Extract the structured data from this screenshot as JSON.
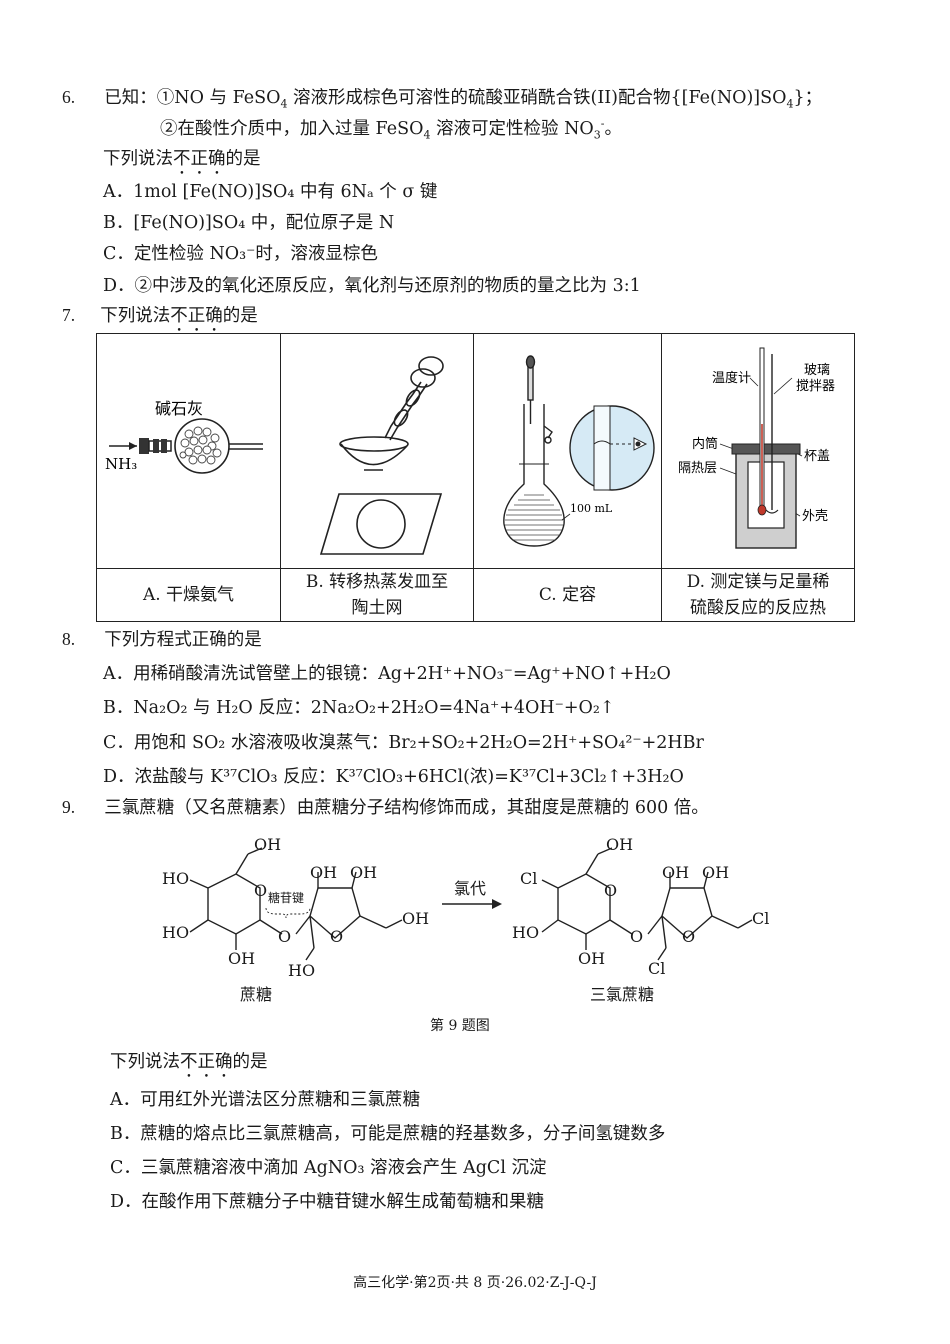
{
  "q6": {
    "number": "6.",
    "prefix": "已知：",
    "known1_a": "①NO 与 FeSO",
    "known1_sub": "4",
    "known1_b": " 溶液形成棕色可溶性的硫酸亚硝酰合铁(II)配合物{[Fe(NO)]SO",
    "known1_sub2": "4",
    "known1_c": "}；",
    "known2_a": "②在酸性介质中，加入过量 FeSO",
    "known2_sub": "4",
    "known2_b": " 溶液可定性检验 NO",
    "known2_sub2": "3",
    "known2_sup": "-",
    "known2_c": "。",
    "stem_a": "下列说法",
    "stem_dots": "不正确",
    "stem_b": "的是",
    "A": "A．1mol [Fe(NO)]SO₄ 中有 6Nₐ 个 σ 键",
    "B": "B．[Fe(NO)]SO₄ 中，配位原子是 N",
    "C": "C．定性检验 NO₃⁻时，溶液显棕色",
    "D": "D．②中涉及的氧化还原反应，氧化剂与还原剂的物质的量之比为 3:1"
  },
  "q7": {
    "number": "7.",
    "stem_a": "下列说法",
    "stem_dots": "不正确",
    "stem_b": "的是",
    "cells": [
      {
        "caption": "A. 干燥氨气",
        "label1": "碱石灰",
        "label2": "NH₃"
      },
      {
        "caption_1": "B. 转移热蒸发皿至",
        "caption_2": "陶土网"
      },
      {
        "caption": "C. 定容",
        "label": "100 mL"
      },
      {
        "caption_1": "D. 测定镁与足量稀",
        "caption_2": "硫酸反应的反应热",
        "labels": [
          "温度计",
          "玻璃",
          "搅拌器",
          "内筒",
          "杯盖",
          "隔热层",
          "外壳"
        ]
      }
    ]
  },
  "q8": {
    "number": "8.",
    "stem": "下列方程式正确的是",
    "A": "A．用稀硝酸清洗试管壁上的银镜：Ag+2H⁺+NO₃⁻=Ag⁺+NO↑+H₂O",
    "B": "B．Na₂O₂ 与 H₂O 反应：2Na₂O₂+2H₂O=4Na⁺+4OH⁻+O₂↑",
    "C": "C．用饱和 SO₂ 水溶液吸收溴蒸气：Br₂+SO₂+2H₂O=2H⁺+SO₄²⁻+2HBr",
    "D": "D．浓盐酸与 K³⁷ClO₃ 反应：K³⁷ClO₃+6HCl(浓)=K³⁷Cl+3Cl₂↑+3H₂O"
  },
  "q9": {
    "number": "9.",
    "stem": "三氯蔗糖（又名蔗糖素）由蔗糖分子结构修饰而成，其甜度是蔗糖的 600 倍。",
    "figure": {
      "sucrose": "蔗糖",
      "sucralose": "三氯蔗糖",
      "reaction": "氯代",
      "bond_label": "糖苷键",
      "caption": "第 9 题图",
      "atoms": {
        "OH": "OH",
        "HO": "HO",
        "O": "O",
        "Cl": "Cl"
      }
    },
    "stem2_a": "下列说法",
    "stem2_dots": "不正确",
    "stem2_b": "的是",
    "A": "A．可用红外光谱法区分蔗糖和三氯蔗糖",
    "B": "B．蔗糖的熔点比三氯蔗糖高，可能是蔗糖的羟基数多，分子间氢键数多",
    "C": "C．三氯蔗糖溶液中滴加 AgNO₃ 溶液会产生 AgCl 沉淀",
    "D": "D．在酸作用下蔗糖分子中糖苷键水解生成葡萄糖和果糖"
  },
  "footer": "高三化学·第2页·共 8 页·26.02·Z-J-Q-J"
}
